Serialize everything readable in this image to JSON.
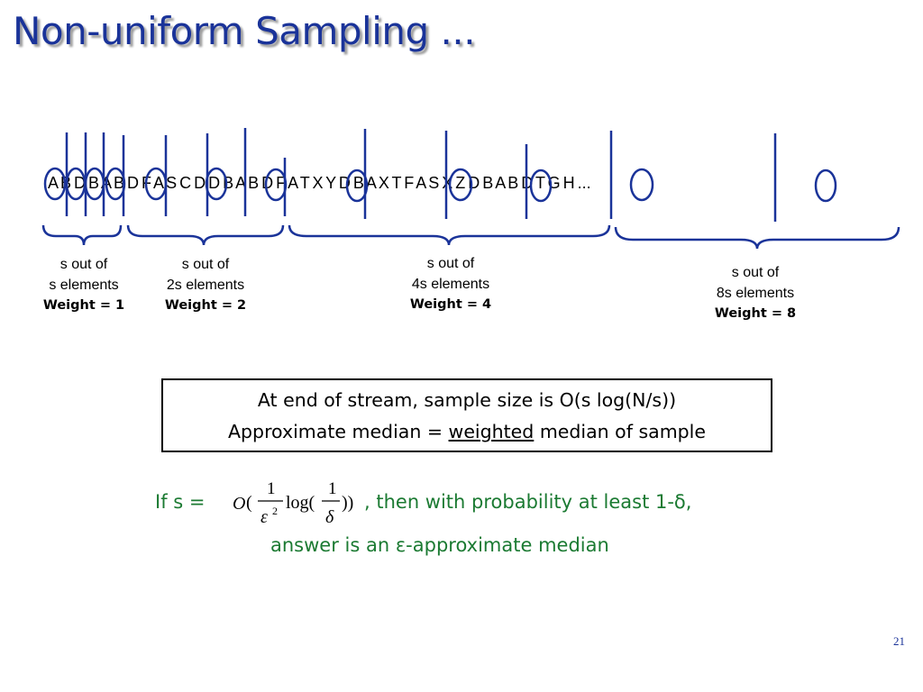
{
  "title": "Non-uniform Sampling ...",
  "stream": "A B D B A B D F A S C D D B A B D F A T X Y D B A X T F A S X Z D B A B D T G H ...",
  "groups": [
    {
      "line1": "s out of",
      "line2": "s elements",
      "weight": "Weight = 1"
    },
    {
      "line1": "s out of",
      "line2": "2s elements",
      "weight": "Weight = 2"
    },
    {
      "line1": "s out of",
      "line2": "4s elements",
      "weight": "Weight = 4"
    },
    {
      "line1": "s out of",
      "line2": "8s elements",
      "weight": "Weight = 8"
    }
  ],
  "box": {
    "line1": "At end of stream, sample size is  O(s log(N/s))",
    "line2_pre": "Approximate median = ",
    "line2_emph": "weighted",
    "line2_post": " median of sample"
  },
  "condition": {
    "prefix": "If s = ",
    "suffix": " ,  then with probability at least 1-δ,",
    "line2": "answer is an ε-approximate median"
  },
  "formula": {
    "O": "O",
    "num1": "1",
    "den1": "ε",
    "exp": "2",
    "log": "log(",
    "num2": "1",
    "den2": "δ",
    "close": "))",
    "open": "("
  },
  "page_number": "21",
  "colors": {
    "title": "#1a3399",
    "marks": "#1a3399",
    "condition": "#1b7a32"
  }
}
